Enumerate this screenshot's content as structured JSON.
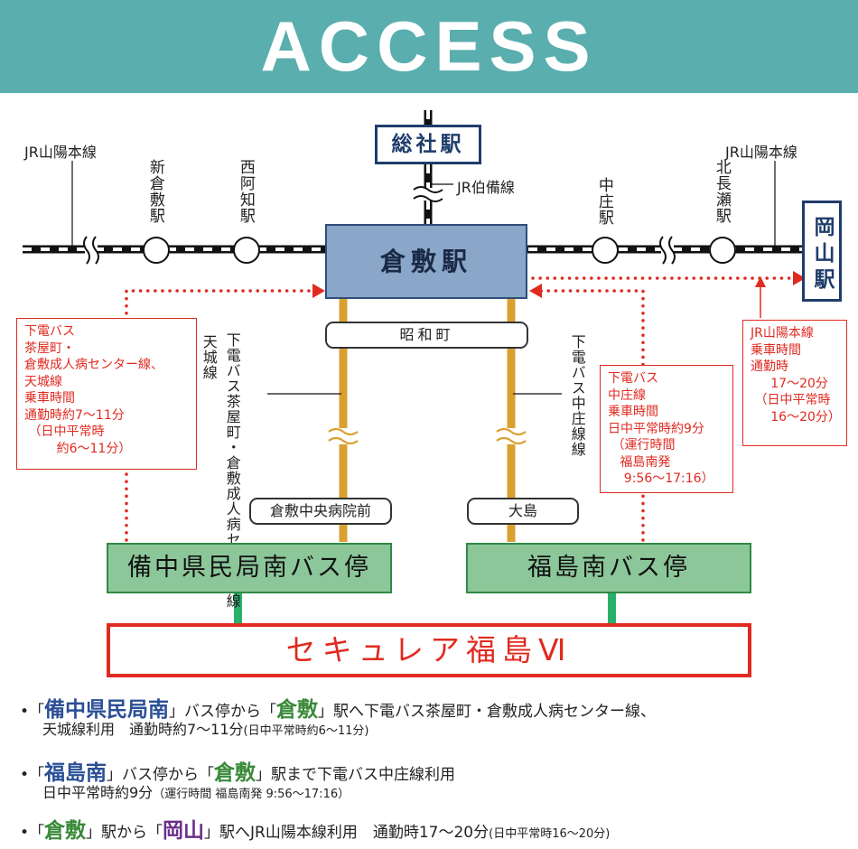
{
  "header": {
    "title": "ACCESS"
  },
  "rail": {
    "jr_sanyo_left": "JR山陽本線",
    "jr_sanyo_right": "JR山陽本線",
    "jr_hakubi": "JR伯備線",
    "stations": {
      "shinkurashiki": "新倉敷駅",
      "nishiachi": "西阿知駅",
      "nakasho": "中庄駅",
      "kitanagase": "北長瀬駅"
    }
  },
  "soja": "総社駅",
  "kurashiki": "倉敷駅",
  "okayama": "岡山駅",
  "showacho": "昭和町",
  "route_left": "下電バス茶屋町・倉敷成人病センター線",
  "route_left_2": "天城線",
  "route_right": "下電バス中庄線線",
  "stop_left_small": "倉敷中央病院前",
  "stop_right_small": "大島",
  "busstop_left": "備中県民局南バス停",
  "busstop_right": "福島南バス停",
  "destination": "セキュレア福島Ⅵ",
  "notes": {
    "left": "下電バス\n茶屋町・\n倉敷成人病センター線、\n天城線\n乗車時間\n通勤時約7～11分\n （日中平常時\n        約6～11分）",
    "middle": "下電バス\n中庄線\n乗車時間\n日中平常時約9分\n （運行時間\n   福島南発\n    9:56～17:16）",
    "right": "JR山陽本線\n乗車時間\n通勤時\n     17～20分\n （日中平常時\n     16～20分）"
  },
  "bottom": {
    "line1": {
      "bullet": "•",
      "q1o": "「",
      "k1": "備中県民局南",
      "q1c": "」",
      "t1": "バス停から",
      "q2o": "「",
      "k2": "倉敷",
      "q2c": "」",
      "t2": "駅へ下電バス茶屋町・倉敷成人病センター線、",
      "sub": "天城線利用　通勤時約7～11分",
      "sub_small": "(日中平常時約6～11分)"
    },
    "line2": {
      "bullet": "•",
      "q1o": "「",
      "k1": "福島南",
      "q1c": "」",
      "t1": "バス停から",
      "q2o": "「",
      "k2": "倉敷",
      "q2c": "」",
      "t2": "駅まで下電バス中庄線利用",
      "sub": "日中平常時約9分",
      "sub_small": "（運行時間 福島南発 9:56～17:16）"
    },
    "line3": {
      "bullet": "•",
      "q1o": "「",
      "k1": "倉敷",
      "q1c": "」",
      "t1": "駅から",
      "q2o": "「",
      "k2": "岡山",
      "q2c": "」",
      "t2": "駅へJR山陽本線利用　通勤時17～20分",
      "t3": "(日中平常時16～20分)"
    }
  },
  "colors": {
    "header": "#5aaeae",
    "accent_red": "#e02a20",
    "bus_line": "#d9a030",
    "busstop_fill": "#8cc79a",
    "station_fill": "#8aa6c8"
  }
}
